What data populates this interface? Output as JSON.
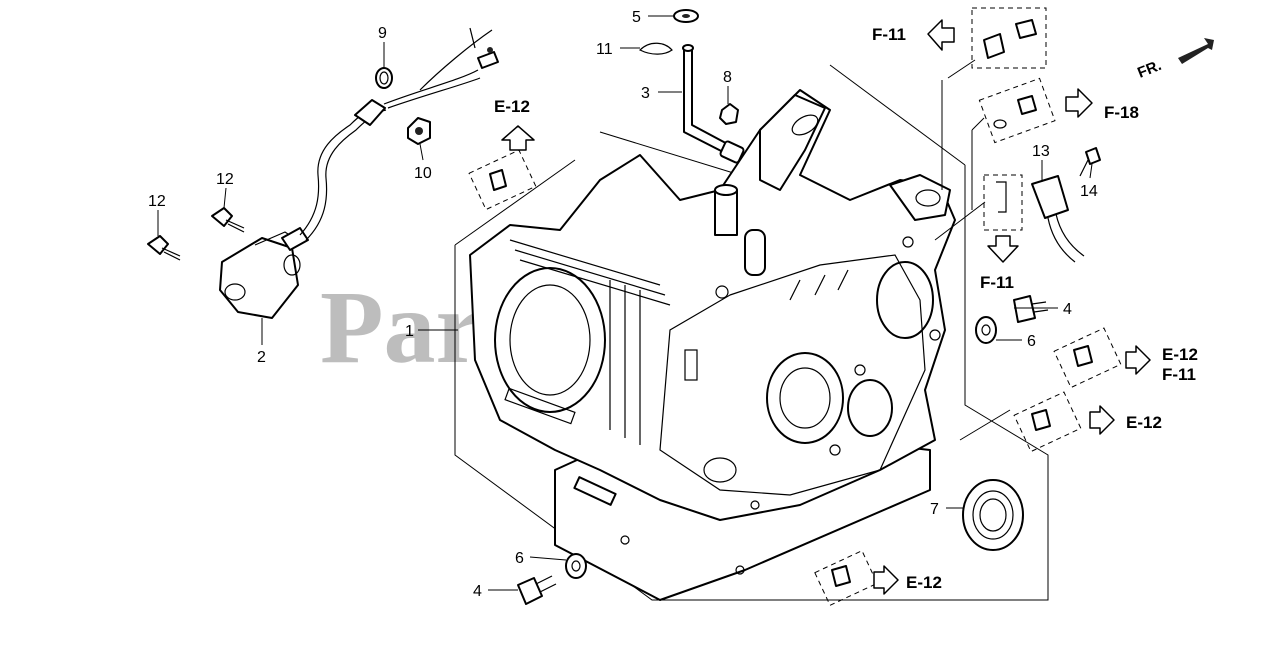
{
  "watermark": "PartsTree",
  "orientation_label": "FR.",
  "callouts": {
    "c1": "1",
    "c2": "2",
    "c3": "3",
    "c4a": "4",
    "c4b": "4",
    "c5": "5",
    "c6a": "6",
    "c6b": "6",
    "c7": "7",
    "c8": "8",
    "c9": "9",
    "c10": "10",
    "c11": "11",
    "c12a": "12",
    "c12b": "12",
    "c13": "13",
    "c14": "14"
  },
  "references": {
    "e12_top": "E-12",
    "f11_top": "F-11",
    "f18": "F-18",
    "f11_mid": "F-11",
    "e12_right": "E-12",
    "f11_right": "F-11",
    "e12_lower": "E-12",
    "e12_bottom": "E-12"
  }
}
